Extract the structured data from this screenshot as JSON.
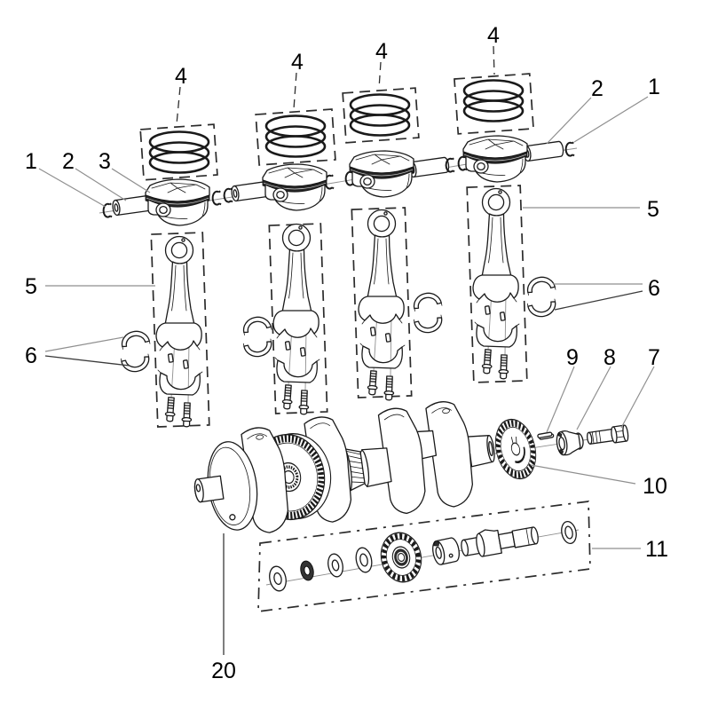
{
  "figure": {
    "background": "#ffffff",
    "ink_color": "#1a1a1a",
    "leader_gray": "#8f8f8f",
    "leader_dark": "#3a3a3a",
    "label_color": "#000000",
    "callouts": [
      {
        "part": "circlip-left",
        "label": "1"
      },
      {
        "part": "piston-pin-left",
        "label": "2"
      },
      {
        "part": "piston",
        "label": "3"
      },
      {
        "part": "piston-ring-set-1",
        "label": "4"
      },
      {
        "part": "piston-ring-set-2",
        "label": "4"
      },
      {
        "part": "piston-ring-set-3",
        "label": "4"
      },
      {
        "part": "piston-ring-set-4",
        "label": "4"
      },
      {
        "part": "piston-pin-right",
        "label": "2"
      },
      {
        "part": "circlip-right",
        "label": "1"
      },
      {
        "part": "connecting-rod-left",
        "label": "5"
      },
      {
        "part": "connecting-rod-right",
        "label": "5"
      },
      {
        "part": "rod-bearing-shells-left",
        "label": "6"
      },
      {
        "part": "rod-bearing-shells-right",
        "label": "6"
      },
      {
        "part": "key",
        "label": "9"
      },
      {
        "part": "hub",
        "label": "8"
      },
      {
        "part": "bolt",
        "label": "7"
      },
      {
        "part": "trigger-wheel",
        "label": "10"
      },
      {
        "part": "balance-shaft-assembly",
        "label": "11"
      },
      {
        "part": "crankshaft",
        "label": "20"
      }
    ]
  }
}
